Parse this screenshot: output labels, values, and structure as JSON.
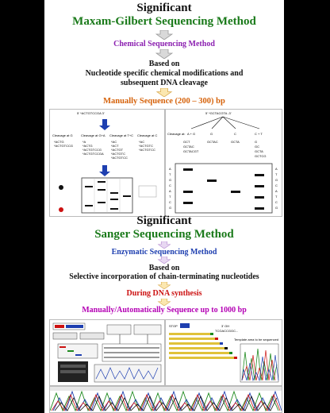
{
  "maxam": {
    "heading1": "Significant",
    "heading2": "Maxam-Gilbert Sequencing Method",
    "step1": "Chemical  Sequencing Method",
    "step2a": "Based on",
    "step2b": "Nucleotide specific chemical modifications and",
    "step2c": "subsequent DNA cleavage",
    "step3": "Manually Sequence (200 – 300) bp",
    "fig1": {
      "top_seq": "5' *ACTGTCCGA 3'",
      "groups": [
        {
          "title": "Cleavage at G",
          "items": [
            "*ACTG",
            "*ACTGTCCG"
          ]
        },
        {
          "title": "Cleavage at G+A",
          "items": [
            "*A",
            "*ACTG",
            "*ACTGTCCG",
            "*ACTGTCCGA"
          ]
        },
        {
          "title": "Cleavage at T+C",
          "items": [
            "*AC",
            "*ACT",
            "*ACTGT",
            "*ACTGTC",
            "*ACTGTCC"
          ]
        },
        {
          "title": "Cleavage at C",
          "items": [
            "*AC",
            "*ACTGTC",
            "*ACTGTCC"
          ]
        }
      ]
    },
    "fig2": {
      "top_seq": "5' *GCTACGTA -3'",
      "lanes": [
        "A + G",
        "G",
        "C",
        "C + T"
      ],
      "lane_prefix": "Cleavage at:",
      "col_ag": [
        "GCT",
        "GCTAC",
        "GCTACGT"
      ],
      "col_g": [
        "GCTAC"
      ],
      "col_c": [
        "GCTA"
      ],
      "col_ct": [
        "G",
        "GC",
        "GCTA",
        "GCTCG"
      ],
      "left_seq": [
        "A",
        "T",
        "G",
        "C",
        "A",
        "T",
        "C",
        "G"
      ],
      "right_seq": [
        "A",
        "T",
        "G",
        "C",
        "A",
        "T",
        "C",
        "G"
      ]
    }
  },
  "sanger": {
    "heading1": "Significant",
    "heading2": "Sanger Sequencing Method",
    "step1": "Enzymatic Sequencing Method",
    "step2a": "Based on",
    "step2b": "Selective incorporation of chain-terminating nucleotides",
    "step3": "During DNA synthesis",
    "step4": "Manually/Automatically Sequence up to 1000 bp",
    "fig3": {
      "stop": "STOP",
      "oh": "3' OH",
      "seq": "TCGACCGGC...",
      "template_label": "Template area to be sequenced"
    }
  },
  "colors": {
    "green_heading": "#1a7a1a",
    "purple": "#8b1fb0",
    "blue": "#1e3fb0",
    "orange": "#d6620a",
    "red": "#cc1111",
    "magenta": "#b400b4",
    "black": "#000000"
  }
}
